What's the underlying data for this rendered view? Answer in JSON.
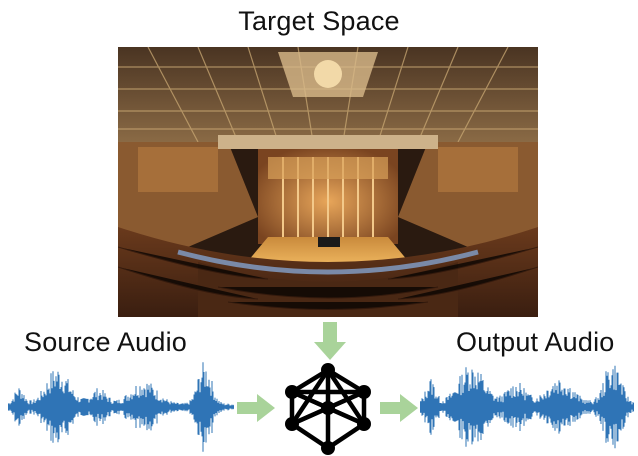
{
  "labels": {
    "target_space": "Target Space",
    "source_audio": "Source Audio",
    "output_audio": "Output Audio"
  },
  "colors": {
    "waveform": "#2f74b6",
    "arrow": "#a9d39a",
    "network": "#000000"
  },
  "icons": {
    "image": "concert-hall-photo",
    "model": "neural-network-icon"
  }
}
